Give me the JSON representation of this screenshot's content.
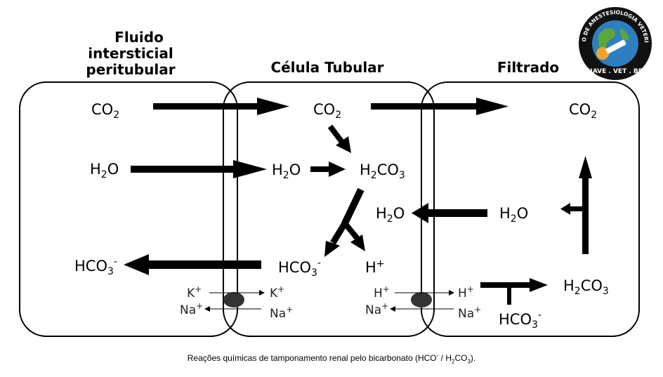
{
  "headers": {
    "interstitial": [
      "Fluido",
      "intersticial",
      "peritubular"
    ],
    "tubular": "Célula Tubular",
    "filtrate": "Filtrado"
  },
  "logo": {
    "ring_text": "NÚCLEO DE ANESTESIOLOGIA VETERINÁRIA",
    "bottom_text": "NAVE . VET . BR",
    "colors": {
      "ring": "#111111",
      "globe": "#2e7fc1",
      "land": "#5aa83c",
      "sun": "#f2a32b"
    }
  },
  "molecules": {
    "interstitial_co2": "CO",
    "interstitial_h2o_a": "H",
    "interstitial_h2o_b": "O",
    "interstitial_hco3": "HCO",
    "interstitial_hco3_sup": "-",
    "cell_co2": "CO",
    "cell_h2o_a": "H",
    "cell_h2o_b": "O",
    "cell_h2co3_a": "H",
    "cell_h2co3_b": "CO",
    "cell_h2o_left_a": "H",
    "cell_h2o_left_b": "O",
    "cell_hco3": "HCO",
    "cell_hco3_sup": "-",
    "cell_h": "H",
    "cell_h_sup": "+",
    "filtrate_co2": "CO",
    "filtrate_h2o_a": "H",
    "filtrate_h2o_b": "O",
    "filtrate_h2co3_a": "H",
    "filtrate_h2co3_b": "CO",
    "filtrate_hco3": "HCO",
    "filtrate_hco3_sup": "-",
    "sub2": "2",
    "sub3": "3"
  },
  "exchangers": {
    "basolateral": {
      "k_in": "K",
      "k_out": "K",
      "na_in": "Na",
      "na_out": "Na",
      "sup": "+"
    },
    "luminal": {
      "h_in": "H",
      "h_out": "H",
      "na_in": "Na",
      "na_out": "Na",
      "sup": "+"
    }
  },
  "caption": {
    "prefix": "Reações químicas de tamponamento renal pelo bicarbonato (HCO",
    "sup": "-",
    "middle": " / H",
    "sub2": "2",
    "co": "CO",
    "sub3": "3",
    "suffix": ")."
  }
}
